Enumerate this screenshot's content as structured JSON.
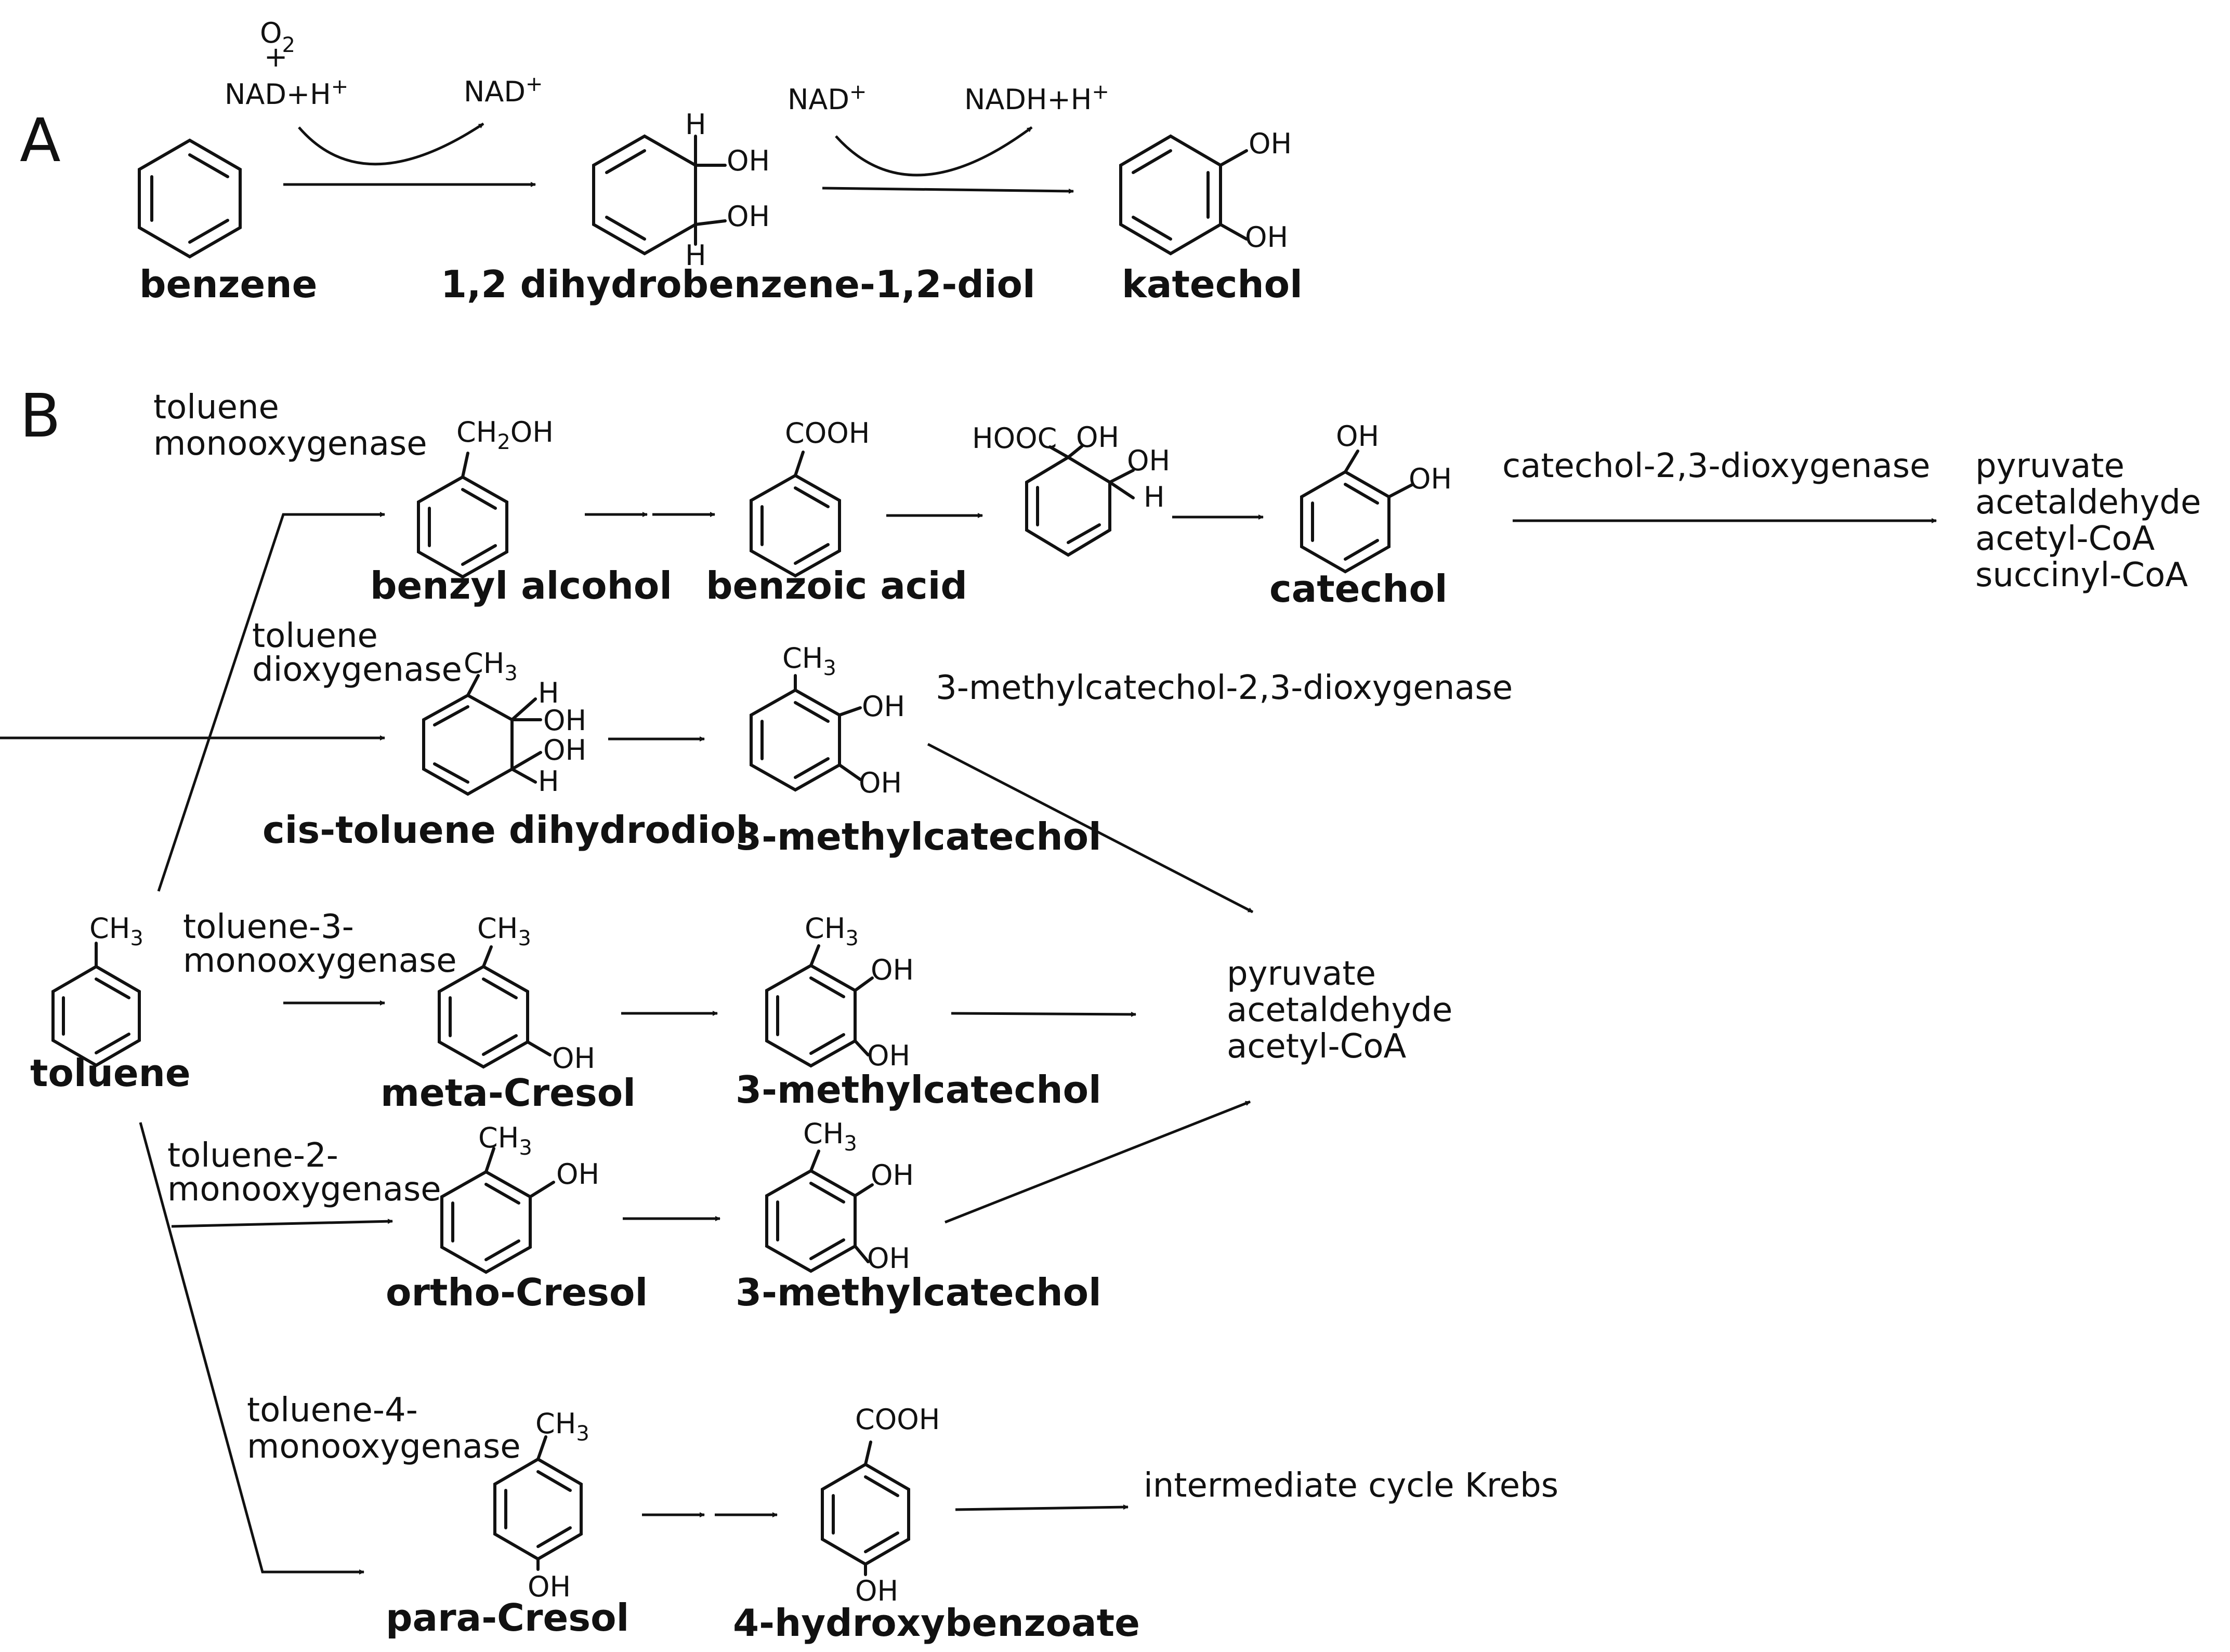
{
  "panel_a": {
    "letter": "A",
    "cofactors": {
      "o2_sub": "O",
      "o2_num": "2",
      "plus": "+",
      "nadh_in": "NAD+H",
      "nadh_in_sup": "+",
      "nad_out": "NAD",
      "nad_out_sup": "+",
      "nad_in2": "NAD",
      "nad_in2_sup": "+",
      "nadh_out": "NADH+H",
      "nadh_out_sup": "+"
    },
    "compounds": {
      "benzene": "benzene",
      "dihydrodiol": "1,2 dihydrobenzene-1,2-diol",
      "katechol": "katechol"
    },
    "groups": {
      "h": "H",
      "oh": "OH"
    }
  },
  "panel_b": {
    "letter": "B",
    "enzymes": {
      "tmo_1": "toluene",
      "tmo_2": "monooxygenase",
      "tdo_1": "toluene",
      "tdo_2": "dioxygenase",
      "t3mo_1": "toluene-3-",
      "t3mo_2": "monooxygenase",
      "t2mo_1": "toluene-2-",
      "t2mo_2": "monooxygenase",
      "t4mo_1": "toluene-4-",
      "t4mo_2": "monooxygenase",
      "c23o": "catechol-2,3-dioxygenase",
      "mc23o": "3-methylcatechol-2,3-dioxygenase"
    },
    "compounds": {
      "toluene": "toluene",
      "benzyl_alcohol": "benzyl alcohol",
      "benzoic_acid": "benzoic acid",
      "catechol": "catechol",
      "cis_diol": "cis-toluene dihydrodiol",
      "methylcatechol_1": "3-methylcatechol",
      "meta_cresol": "meta-Cresol",
      "methylcatechol_2": "3-methylcatechol",
      "ortho_cresol": "ortho-Cresol",
      "methylcatechol_3": "3-methylcatechol",
      "para_cresol": "para-Cresol",
      "hydroxybenzoate": "4-hydroxybenzoate"
    },
    "groups": {
      "ch2oh_a": "CH",
      "ch2oh_b": "2",
      "ch2oh_c": "OH",
      "ch3_a": "CH",
      "ch3_b": "3",
      "cooh": "COOH",
      "hooc": "HOOC",
      "oh": "OH",
      "h": "H"
    },
    "products": {
      "top": [
        "pyruvate",
        "acetaldehyde",
        "acetyl-CoA",
        "succinyl-CoA"
      ],
      "middle": [
        "pyruvate",
        "acetaldehyde",
        "acetyl-CoA"
      ],
      "krebs": "intermediate cycle Krebs"
    }
  }
}
